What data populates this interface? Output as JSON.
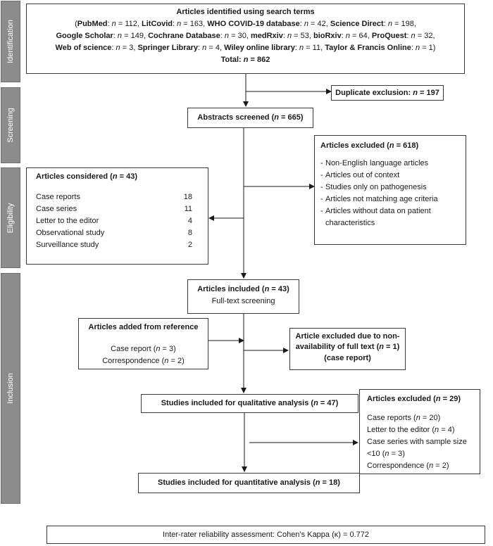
{
  "stages": [
    "Identification",
    "Screening",
    "Eligibility",
    "Inclusion"
  ],
  "identified": {
    "title": "Articles identified using search terms",
    "sources": [
      {
        "name": "PubMed",
        "n": "112"
      },
      {
        "name": "LitCovid",
        "n": "163"
      },
      {
        "name": "WHO COVID-19 database",
        "n": "42"
      },
      {
        "name": "Science Direct",
        "n": "198"
      },
      {
        "name": "Google Scholar",
        "n": "149"
      },
      {
        "name": "Cochrane Database",
        "n": "30"
      },
      {
        "name": "medRxiv",
        "n": "53"
      },
      {
        "name": "bioRxiv",
        "n": "64"
      },
      {
        "name": "ProQuest",
        "n": "32"
      },
      {
        "name": "Web of science",
        "n": "3"
      },
      {
        "name": "Springer Library",
        "n": "4"
      },
      {
        "name": "Wiley online library",
        "n": "11"
      },
      {
        "name": "Taylor & Francis Online",
        "n": "1"
      }
    ],
    "total_label": "Total:",
    "total_n": "862"
  },
  "duplicate": {
    "label": "Duplicate exclusion:",
    "n": "197"
  },
  "screened": {
    "label": "Abstracts screened",
    "n": "665"
  },
  "excluded1": {
    "label": "Articles excluded",
    "n": "618",
    "items": [
      "Non-English language articles",
      "Articles out of context",
      "Studies only on pathogenesis",
      "Articles not matching age criteria",
      "Articles without data on patient characteristics"
    ]
  },
  "considered": {
    "label": "Articles considered",
    "n": "43",
    "rows": [
      {
        "label": "Case reports",
        "value": "18"
      },
      {
        "label": "Case series",
        "value": "11"
      },
      {
        "label": "Letter to the editor",
        "value": "4"
      },
      {
        "label": "Observational study",
        "value": "8"
      },
      {
        "label": "Surveillance study",
        "value": "2"
      }
    ]
  },
  "included": {
    "label": "Articles included",
    "n": "43",
    "sub": "Full-text screening"
  },
  "added": {
    "title": "Articles added from reference",
    "items": [
      {
        "label": "Case report",
        "n": "3"
      },
      {
        "label": "Correspondence",
        "n": "2"
      }
    ]
  },
  "excluded_fulltext": {
    "line1": "Article excluded due to non-",
    "line2": "availability of full text",
    "n": "1",
    "line3": "(case report)"
  },
  "qualitative": {
    "label": "Studies included for qualitative analysis",
    "n": "47"
  },
  "excluded2": {
    "label": "Articles excluded",
    "n": "29",
    "items": [
      {
        "label": "Case reports",
        "n": "20"
      },
      {
        "label": "Letter to the editor",
        "n": "4"
      },
      {
        "label": "Case series with sample size <10",
        "n": "3"
      },
      {
        "label": "Correspondence",
        "n": "2"
      }
    ]
  },
  "quantitative": {
    "label": "Studies included for quantitative analysis",
    "n": "18"
  },
  "footer": {
    "text": "Inter-rater reliability assessment: Cohen’s Kappa (κ) = 0.772"
  }
}
